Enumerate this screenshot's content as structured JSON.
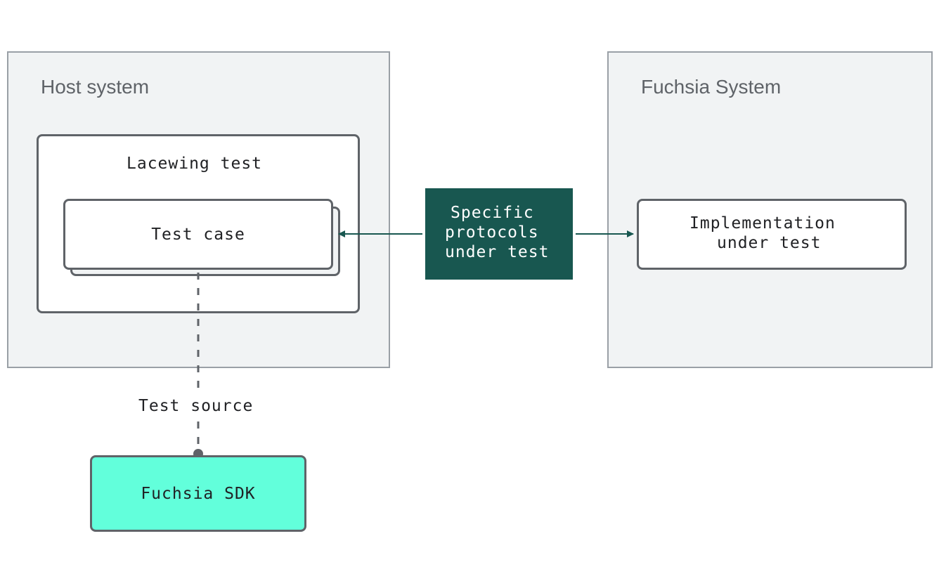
{
  "host_system": {
    "title": "Host system",
    "lacewing_test": {
      "label": "Lacewing test",
      "test_case": {
        "label": "Test case"
      }
    }
  },
  "fuchsia_system": {
    "title": "Fuchsia System",
    "implementation": {
      "line1": "Implementation",
      "line2": "under test"
    }
  },
  "protocols": {
    "line1": "Specific",
    "line2": "protocols",
    "line3": "under test"
  },
  "test_source": {
    "label": "Test source"
  },
  "fuchsia_sdk": {
    "label": "Fuchsia SDK"
  },
  "colors": {
    "system_bg": "#f1f3f4",
    "system_border": "#9aa0a6",
    "box_border": "#5f6368",
    "protocols_bg": "#185750",
    "sdk_bg": "#62ffdb"
  }
}
